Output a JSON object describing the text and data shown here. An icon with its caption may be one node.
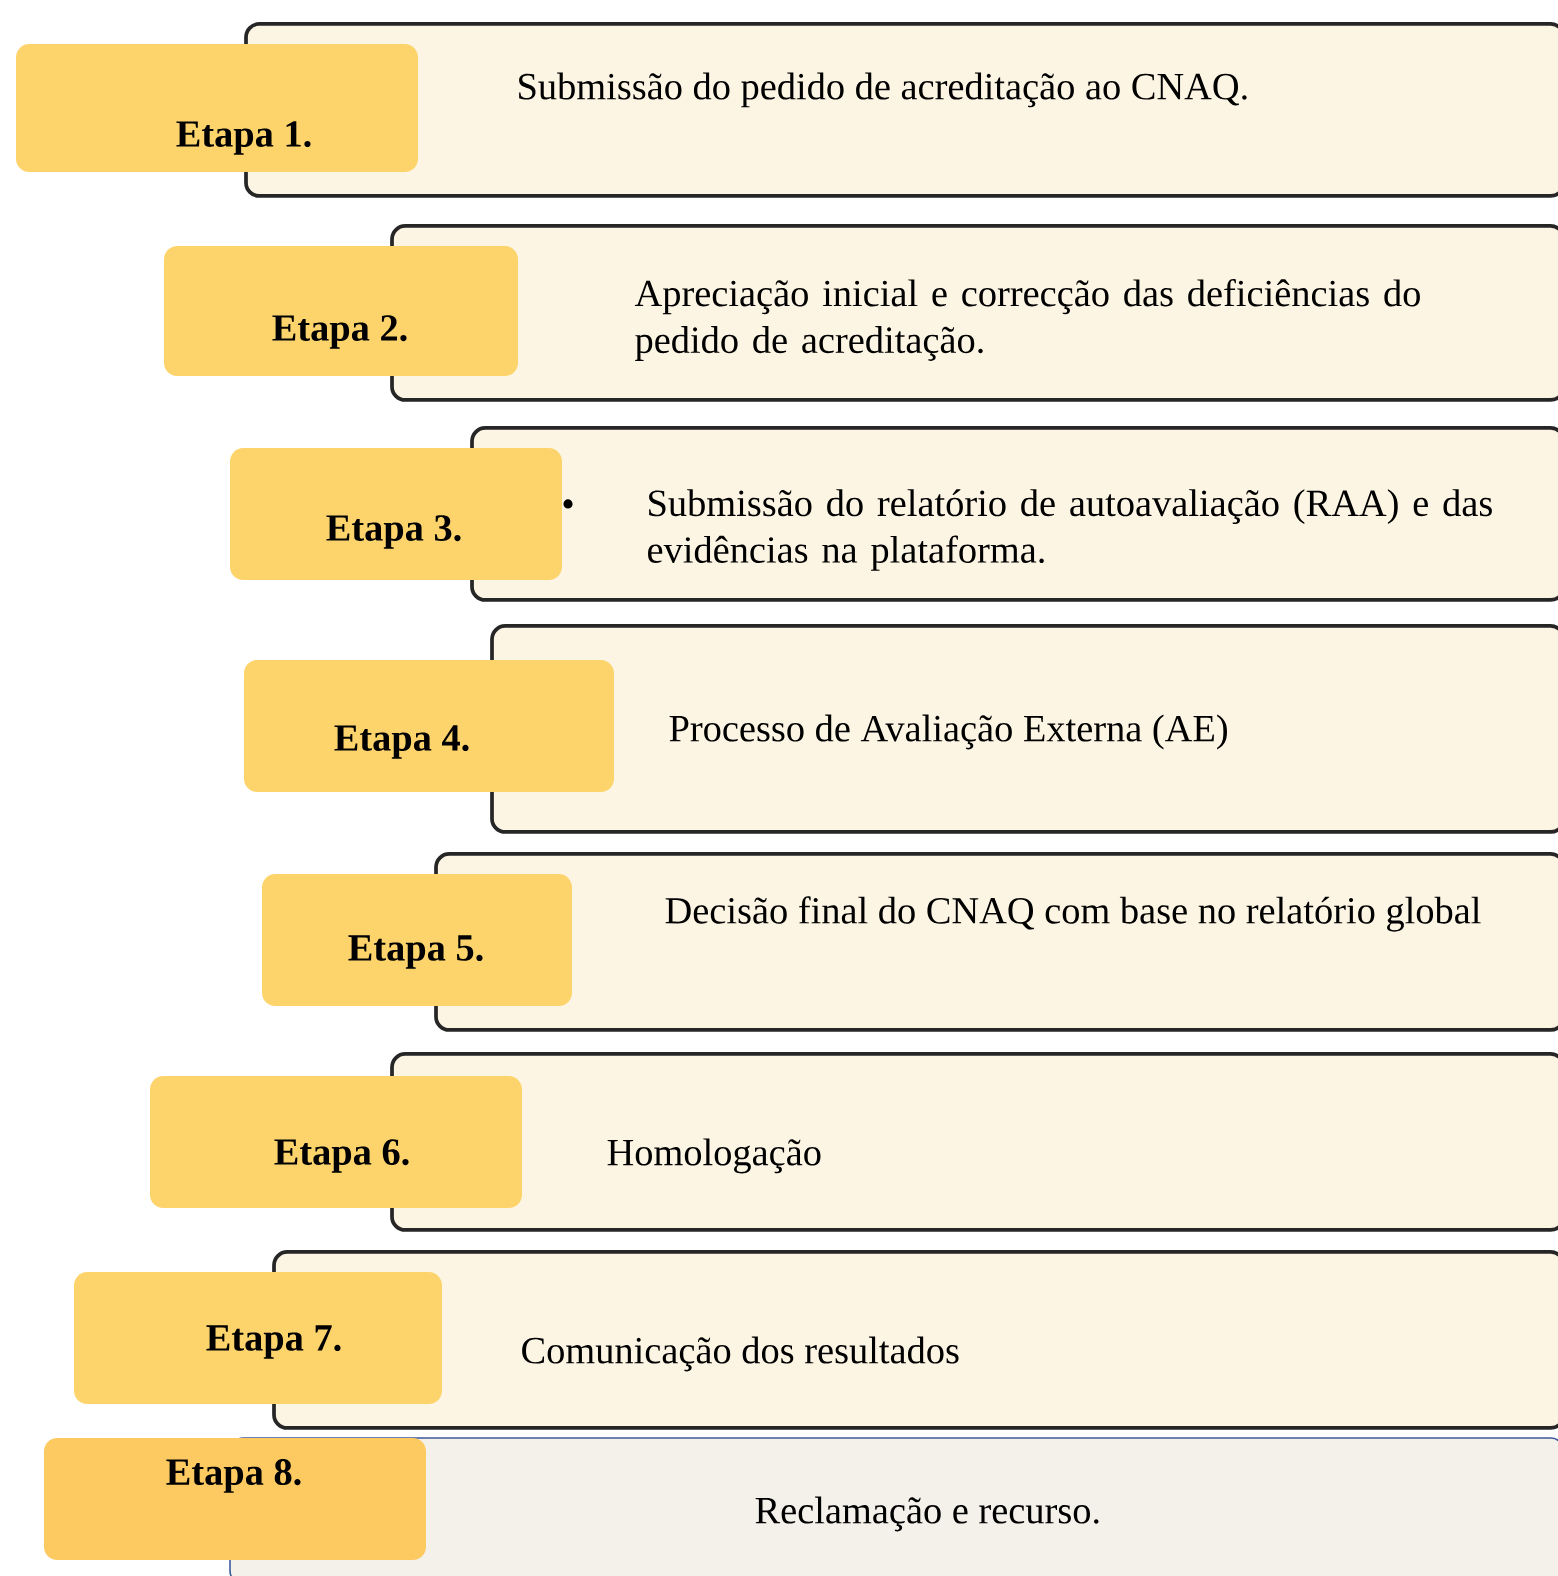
{
  "diagram": {
    "nodes": [
      {
        "text": [
          "Etapa 1."
        ]
      },
      {
        "text": [
          "Submissão do pedido de acreditação ao CNAQ."
        ]
      },
      {
        "text": [
          "Etapa 2."
        ]
      },
      {
        "text": [
          "Apreciação inicial e correcção das deficiências do pedido de acreditação."
        ]
      },
      {
        "text": [
          "Etapa 3."
        ]
      },
      {
        "text": [
          "Submissão do relatório de autoavaliação (RAA) e das evidências na plataforma."
        ]
      },
      {
        "text": [
          "Etapa 4."
        ]
      },
      {
        "text": [
          "Processo de Avaliação Externa (AE)"
        ]
      },
      {
        "text": [
          "Etapa 5."
        ]
      },
      {
        "text": [
          "Decisão final do CNAQ com base no relatório global"
        ]
      },
      {
        "text": [
          "Etapa 6."
        ]
      },
      {
        "text": [
          "Homologação"
        ]
      },
      {
        "text": [
          "Etapa 7."
        ]
      },
      {
        "text": [
          "Comunicação dos resultados"
        ]
      },
      {
        "text": [
          "Etapa 8."
        ]
      },
      {
        "text": [
          "Reclamação e recurso."
        ]
      }
    ],
    "labels": [
      "•"
    ]
  }
}
